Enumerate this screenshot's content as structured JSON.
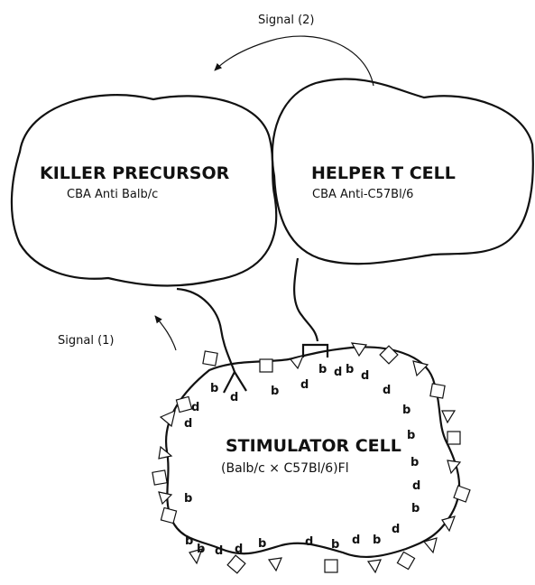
{
  "signal2": "Signal (2)",
  "signal1": "Signal (1)",
  "killer": {
    "title": "KILLER PRECURSOR",
    "subtitle": "CBA Anti Balb/c"
  },
  "helper": {
    "title": "HELPER T CELL",
    "subtitle": "CBA Anti-C57Bl/6"
  },
  "stimulator": {
    "title": "STIMULATOR CELL",
    "subtitle": "(Balb/c × C57Bl/6)Fl"
  },
  "epitope_b": "b",
  "epitope_d": "d"
}
